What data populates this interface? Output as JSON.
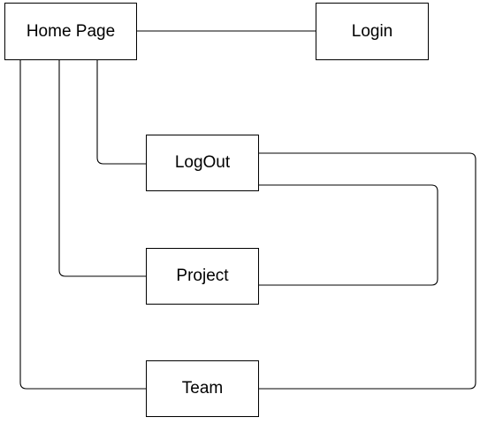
{
  "diagram": {
    "line_color": "#000000",
    "nodes": {
      "home": "Home Page",
      "login": "Login",
      "logout": "LogOut",
      "project": "Project",
      "team": "Team"
    }
  }
}
